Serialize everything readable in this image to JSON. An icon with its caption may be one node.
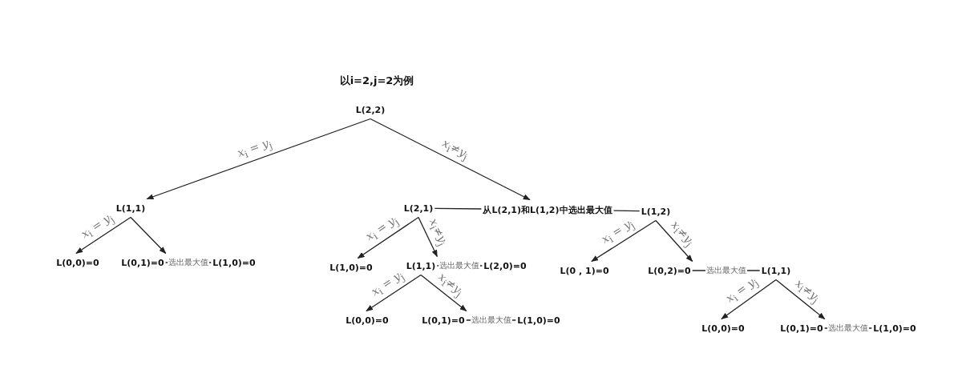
{
  "diagram": {
    "title": "以i=2,j=2为例",
    "nodes": [
      {
        "text": [
          "L(2,2)"
        ]
      },
      {
        "text": [
          "L(1,1)"
        ]
      },
      {
        "text": [
          "L(2,1)"
        ]
      },
      {
        "text": [
          "从L(2,1)和L(1,2)中选出最大值"
        ]
      },
      {
        "text": [
          "L(1,2)"
        ]
      },
      {
        "text": [
          "L(0,0)=0"
        ]
      },
      {
        "text": [
          "L(0,1)=0"
        ]
      },
      {
        "text": [
          "L(1,0)=0"
        ]
      },
      {
        "text": [
          "L(1,0)=0"
        ]
      },
      {
        "text": [
          "L(1,1)"
        ]
      },
      {
        "text": [
          "L(2,0)=0"
        ]
      },
      {
        "text": [
          "L(0 , 1)=0"
        ]
      },
      {
        "text": [
          "L(0,2)=0"
        ]
      },
      {
        "text": [
          "L(1,1)"
        ]
      },
      {
        "text": [
          "L(0,0)=0"
        ]
      },
      {
        "text": [
          "L(0,1)=0"
        ]
      },
      {
        "text": [
          "L(1,0)=0"
        ]
      },
      {
        "text": [
          "L(0,0)=0"
        ]
      },
      {
        "text": [
          "L(0,1)=0"
        ]
      },
      {
        "text": [
          "L(1,0)=0"
        ]
      }
    ],
    "edges": [
      {
        "from": 0,
        "to": 1,
        "arrow": "to",
        "label": "*x*$_{i}$ = *y*$_{j}$"
      },
      {
        "from": 0,
        "to": 3,
        "arrow": "to",
        "label": "*x*$_{i}$≠*y*$_{j}$"
      },
      {
        "from": 2,
        "to": 3,
        "arrow": "none"
      },
      {
        "from": 3,
        "to": 4,
        "arrow": "none"
      },
      {
        "from": 1,
        "to": 5,
        "arrow": "to",
        "label": "*x*$_{i}$ = *y*$_{j}$"
      },
      {
        "from": 1,
        "to": 6,
        "arrow": "to"
      },
      {
        "from": 6,
        "to": 7,
        "arrow": "none",
        "label": "选出最大值"
      },
      {
        "from": 2,
        "to": 8,
        "arrow": "to",
        "label": "*x*$_{i}$ = *y*$_{j}$"
      },
      {
        "from": 2,
        "to": 9,
        "arrow": "to",
        "label": "*x*$_{i}$≠*y*$_{j}$"
      },
      {
        "from": 9,
        "to": 10,
        "arrow": "none",
        "label": "选出最大值"
      },
      {
        "from": 4,
        "to": 11,
        "arrow": "to",
        "label": "*x*$_{i}$ = *y*$_{j}$"
      },
      {
        "from": 4,
        "to": 12,
        "arrow": "to",
        "label": "*x*$_{i}$≠*y*$_{j}$"
      },
      {
        "from": 12,
        "to": 13,
        "arrow": "none",
        "label": "选出最大值"
      },
      {
        "from": 9,
        "to": 14,
        "arrow": "to",
        "label": "*x*$_{i}$ = *y*$_{j}$"
      },
      {
        "from": 9,
        "to": 15,
        "arrow": "to",
        "label": "*x*$_{i}$≠*y*$_{j}$"
      },
      {
        "from": 15,
        "to": 16,
        "arrow": "none",
        "label": "选出最大值"
      },
      {
        "from": 13,
        "to": 17,
        "arrow": "to",
        "label": "*x*$_{i}$ = *y*$_{j}$"
      },
      {
        "from": 13,
        "to": 18,
        "arrow": "to",
        "label": "*x*$_{i}$≠*y*$_{j}$"
      },
      {
        "from": 18,
        "to": 19,
        "arrow": "none",
        "label": "选出最大值"
      }
    ]
  }
}
